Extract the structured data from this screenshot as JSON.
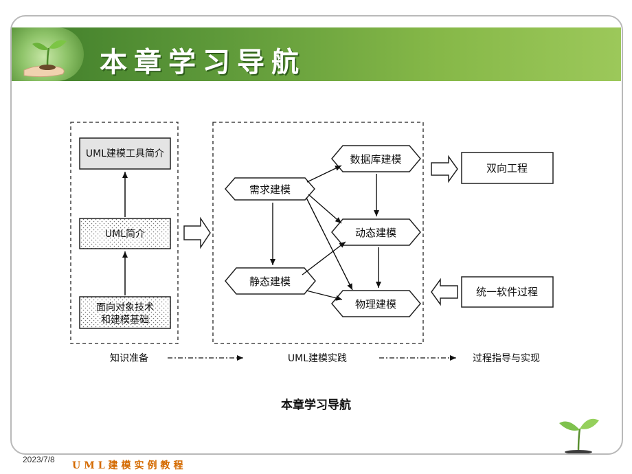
{
  "slide": {
    "title": "本章学习导航"
  },
  "diagram": {
    "left_nodes": [
      {
        "id": "uml_tools",
        "label": "UML建模工具简介"
      },
      {
        "id": "uml_intro",
        "label": "UML简介"
      },
      {
        "id": "oo_basics",
        "label": [
          "面向对象技术",
          "和建模基础"
        ]
      }
    ],
    "center_nodes": [
      {
        "id": "requirements",
        "label": "需求建模"
      },
      {
        "id": "database",
        "label": "数据库建模"
      },
      {
        "id": "dynamic",
        "label": "动态建模"
      },
      {
        "id": "static",
        "label": "静态建模"
      },
      {
        "id": "physical",
        "label": "物理建模"
      }
    ],
    "right_nodes": [
      {
        "id": "roundtrip",
        "label": "双向工程"
      },
      {
        "id": "rup",
        "label": "统一软件过程"
      }
    ],
    "stage_labels": [
      "知识准备",
      "UML建模实践",
      "过程指导与实现"
    ]
  },
  "caption": "本章学习导航",
  "footer": {
    "date": "2023/7/8",
    "course": "UML建模实例教程"
  }
}
